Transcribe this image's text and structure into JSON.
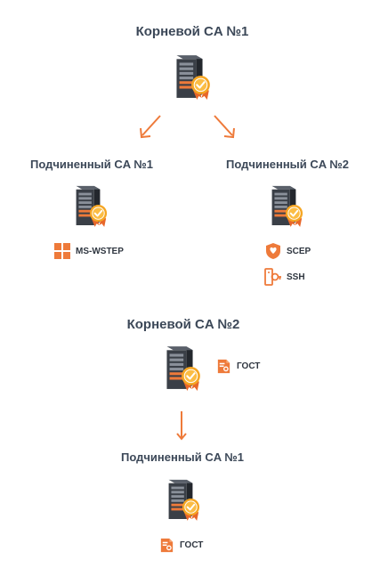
{
  "tree1": {
    "root_title": "Корневой CA №1",
    "sub1_title": "Подчиненный CA №1",
    "sub2_title": "Подчиненный CA №2",
    "sub1_protocols": [
      {
        "label": "MS-WSTEP",
        "icon": "windows-icon"
      }
    ],
    "sub2_protocols": [
      {
        "label": "SCEP",
        "icon": "scep-shield-icon"
      },
      {
        "label": "SSH",
        "icon": "ssh-key-icon"
      }
    ]
  },
  "tree2": {
    "root_title": "Корневой CA №2",
    "root_protocol": {
      "label": "ГОСТ",
      "icon": "gost-certificate-icon"
    },
    "sub_title": "Подчиненный CA №1",
    "sub_protocol": {
      "label": "ГОСТ",
      "icon": "gost-certificate-icon"
    }
  },
  "colors": {
    "accent": "#ee7a3a",
    "text": "#3c4858",
    "server_dark": "#3a3f47",
    "badge": "#f5a623"
  }
}
